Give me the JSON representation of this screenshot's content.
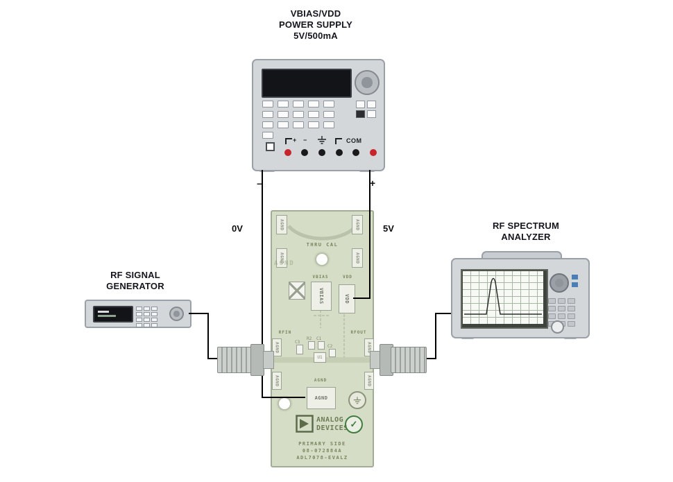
{
  "diagram": {
    "power_supply": {
      "title_lines": [
        "VBIAS/VDD",
        "POWER SUPPLY",
        "5V/500mA"
      ],
      "com_label": "COM",
      "marker_plus": "+",
      "marker_minus": "−",
      "wire_neg_sign": "–",
      "wire_pos_sign": "+",
      "wire_neg_voltage": "0V",
      "wire_pos_voltage": "5V"
    },
    "signal_generator": {
      "title_lines": [
        "RF SIGNAL",
        "GENERATOR"
      ]
    },
    "spectrum_analyzer": {
      "title_lines": [
        "RF SPECTRUM",
        "ANALYZER"
      ]
    },
    "board": {
      "agnd": "AGND",
      "thru_cal": "THRU CAL",
      "vbias": "VBIAS",
      "vdd": "VDD",
      "rfin": "RFIN",
      "rfout": "RFOUT",
      "components": [
        "C3",
        "R2",
        "C1",
        "C2",
        "U1"
      ],
      "logo_lines": [
        "ANALOG",
        "DEVICES"
      ],
      "check_mark": "✓",
      "primary_side": "PRIMARY SIDE",
      "part_number": "08-072884A",
      "board_name": "ADL7078-EVALZ"
    },
    "colors": {
      "terminal_red": "#c8242b",
      "terminal_black": "#1a1a1a",
      "wire_black": "#000000",
      "pcb_green": "#d6ddc6",
      "silkscreen_green": "#76855c",
      "instrument_gray": "#d4d7da",
      "instrument_border": "#9aa0a8",
      "check_green": "#3f7d3f",
      "accent_blue": "#4a7fb5"
    }
  }
}
